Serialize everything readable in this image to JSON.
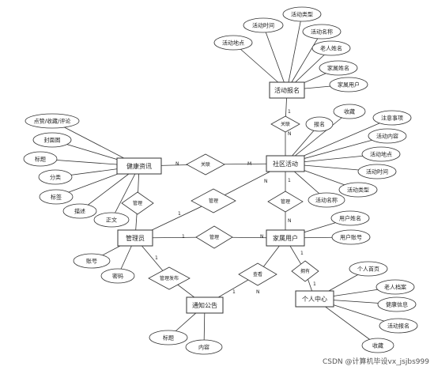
{
  "entities": [
    {
      "id": "e_act_reg",
      "label": "活动报名"
    },
    {
      "id": "e_community",
      "label": "社区活动"
    },
    {
      "id": "e_health",
      "label": "健康资讯"
    },
    {
      "id": "e_admin",
      "label": "管理员"
    },
    {
      "id": "e_family",
      "label": "家属用户"
    },
    {
      "id": "e_notice",
      "label": "通知公告"
    },
    {
      "id": "e_personal",
      "label": "个人中心"
    }
  ],
  "attributes": [
    {
      "id": "a_ar_time",
      "label": "活动时间"
    },
    {
      "id": "a_ar_type",
      "label": "活动类型"
    },
    {
      "id": "a_ar_place",
      "label": "活动地点"
    },
    {
      "id": "a_ar_name",
      "label": "活动名称"
    },
    {
      "id": "a_ar_elder",
      "label": "老人姓名"
    },
    {
      "id": "a_ar_fname",
      "label": "家属姓名"
    },
    {
      "id": "a_ar_fuser",
      "label": "家属用户"
    },
    {
      "id": "a_hi_like",
      "label": "点赞/收藏/评论"
    },
    {
      "id": "a_hi_cover",
      "label": "封面图"
    },
    {
      "id": "a_hi_title",
      "label": "标题"
    },
    {
      "id": "a_hi_cat",
      "label": "分类"
    },
    {
      "id": "a_hi_tag",
      "label": "标签"
    },
    {
      "id": "a_hi_desc",
      "label": "描述"
    },
    {
      "id": "a_hi_body",
      "label": "正文"
    },
    {
      "id": "a_ca_reg",
      "label": "报名"
    },
    {
      "id": "a_ca_fav",
      "label": "收藏"
    },
    {
      "id": "a_ca_note",
      "label": "注意事项"
    },
    {
      "id": "a_ca_content",
      "label": "活动内容"
    },
    {
      "id": "a_ca_place",
      "label": "活动地点"
    },
    {
      "id": "a_ca_time",
      "label": "活动时间"
    },
    {
      "id": "a_ca_type",
      "label": "活动类型"
    },
    {
      "id": "a_ca_name",
      "label": "活动名称"
    },
    {
      "id": "a_fu_name",
      "label": "用户姓名"
    },
    {
      "id": "a_fu_acct",
      "label": "用户账号"
    },
    {
      "id": "a_ad_acct",
      "label": "账号"
    },
    {
      "id": "a_ad_pwd",
      "label": "密码"
    },
    {
      "id": "a_no_title",
      "label": "标题"
    },
    {
      "id": "a_no_content",
      "label": "内容"
    },
    {
      "id": "a_pc_home",
      "label": "个人首页"
    },
    {
      "id": "a_pc_elder",
      "label": "老人档案"
    },
    {
      "id": "a_pc_health",
      "label": "健康信息"
    },
    {
      "id": "a_pc_reg",
      "label": "活动报名"
    },
    {
      "id": "a_pc_fav",
      "label": "收藏"
    }
  ],
  "relationships": [
    {
      "id": "r_rel1",
      "label": "关联"
    },
    {
      "id": "r_rel2",
      "label": "关联"
    },
    {
      "id": "r_mgr1",
      "label": "管理"
    },
    {
      "id": "r_mgr2",
      "label": "管理"
    },
    {
      "id": "r_mgr3",
      "label": "管理"
    },
    {
      "id": "r_mgr4",
      "label": "管理"
    },
    {
      "id": "r_publish",
      "label": "管理发布"
    },
    {
      "id": "r_view",
      "label": "查看"
    },
    {
      "id": "r_own",
      "label": "拥有"
    }
  ],
  "cardinalities": [
    {
      "id": "c1",
      "label": "1"
    },
    {
      "id": "c2",
      "label": "N"
    },
    {
      "id": "c3",
      "label": "N"
    },
    {
      "id": "c4",
      "label": "M"
    },
    {
      "id": "c5",
      "label": "1"
    },
    {
      "id": "c6",
      "label": "N"
    },
    {
      "id": "c7",
      "label": "1"
    },
    {
      "id": "c8",
      "label": "N"
    },
    {
      "id": "c9",
      "label": "1"
    },
    {
      "id": "c10",
      "label": "N"
    },
    {
      "id": "c11",
      "label": "1"
    },
    {
      "id": "c12",
      "label": "N"
    },
    {
      "id": "c13",
      "label": "1"
    },
    {
      "id": "c14",
      "label": "1"
    },
    {
      "id": "c15",
      "label": "1"
    }
  ],
  "watermark": "CSDN @计算机毕设vx_jsjbs999",
  "colors": {
    "stroke": "#333333",
    "fill": "#ffffff",
    "text": "#222222"
  }
}
